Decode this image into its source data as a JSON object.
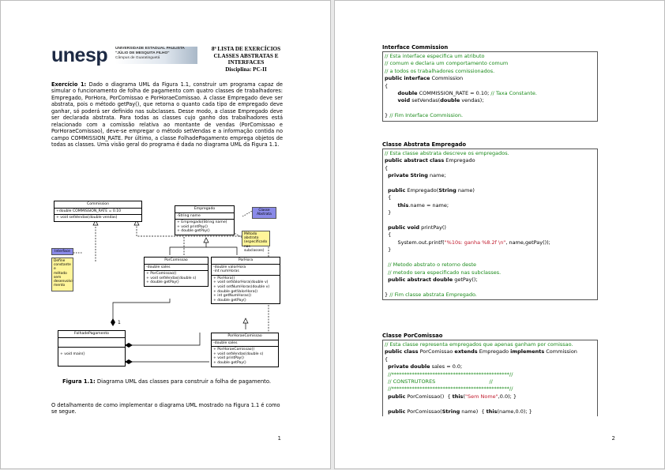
{
  "page1": {
    "logo": "unesp",
    "university": [
      "UNIVERSIDADE ESTADUAL PAULISTA",
      "\"JÚLIO DE MESQUITA FILHO\"",
      "Câmpus de Guaratinguetá"
    ],
    "header": [
      "8ª LISTA DE EXERCÍCIOS",
      "CLASSES ABSTRATAS E",
      "INTERFACES",
      "Disciplina: PC-II"
    ],
    "exercise_label": "Exercício 1:",
    "exercise_text": "Dado o diagrama UML da Figura 1.1, construir um programa capaz de simular o funcionamento de folha de pagamento com quatro classes de trabalhadores: Empregado, PorHora, PorComissao e PorHoraeComissao. A classe Empregado deve ser abstrata, pois o método getPay(), que retorna o quanto cada tipo de empregado deve ganhar, só poderá ser definido nas subclasses. Desse modo, a classe Empregado deve ser declarada abstrata. Para todas as classes cujo ganho dos trabalhadores está relacionado com a comissão relativa ao montante de vendas (PorComissao e PorHoraeComissao), deve-se empregar o método setVendas e a informação contida no campo COMMISSION_RATE. Por último, a classe FolhadePagamento emprega objetos de todas as classes. Uma visão geral do programa é dada no diagrama UML da Figura 1.1.",
    "uml": {
      "commission": {
        "name": "Commission",
        "attr": "+double COMMISSION_RATE = 0.10",
        "ops": "+ void setVendas(double vendas)"
      },
      "empregado": {
        "name": "Empregado",
        "attr": "-String name",
        "ops": [
          "+ Empregado(String name)",
          "+ void printPay()",
          "+ double getPay()"
        ]
      },
      "porcomissao": {
        "name": "PorComissao",
        "attr": "-double sales",
        "ops": [
          "+ PorComissao()",
          "+ void setVendas(double s)",
          "+ double getPay()"
        ]
      },
      "porhora": {
        "name": "PorHora",
        "attr": [
          "-double valorHora",
          "-int numHoras"
        ],
        "ops": [
          "+ PorHora()",
          "+ void setValorHora(double v)",
          "+ void setNumHoras(double v)",
          "+ double getValorHora()",
          "+ int getNumHoras()",
          "+ double getPay()"
        ]
      },
      "folha": {
        "name": "FolhadePagamento",
        "ops": "+ void main()"
      },
      "porhorae": {
        "name": "PorHoraeComissao",
        "attr": "-double sales",
        "ops": [
          "+ PorHoraeComissao()",
          "+ void setVendas(double s)",
          "+ void printPay()",
          "+ double getPay()"
        ]
      },
      "note_classe": [
        "Classe",
        "Abstrata"
      ],
      "note_metodo": [
        "Método abstrato",
        "(especificado",
        "nas subclasses)"
      ],
      "note_interface": "Interface",
      "note_define": [
        "Define",
        "constante e",
        "método sem",
        "desenvolvi-",
        "mento"
      ],
      "mult": "1"
    },
    "caption_label": "Figura 1.1:",
    "caption_text": "Diagrama UML das classes para construir a folha de pagamento.",
    "para2": "O detalhamento de como implementar o diagrama UML mostrado na Figura 1.1 é como se segue.",
    "page_num": "1"
  },
  "page2": {
    "s1_title": "Interface Commission",
    "s1": [
      "// Esta interface especifica um atributo",
      "// comum e declara um comportamento comum",
      "// a todos os trabalhadores comissionados.",
      "public interface Commission",
      "{",
      "        double COMMISSION_RATE = 0.10; // Taxa Constante.",
      "        void setVendas(double vendas);",
      "",
      "} // Fim Interface Commission."
    ],
    "s2_title": "Classe Abstrata Empregado",
    "s2": [
      "// Esta classe abstrata descreve os empregados.",
      "public abstract class Empregado",
      "{",
      "  private String name;",
      "",
      "  public Empregado(String name)",
      "  {",
      "        this.name = name;",
      "  }",
      "",
      "  public void printPay()",
      "  {",
      "        System.out.printf(\"%10s: ganha %8.2f \\n\", name,getPay());",
      "  }",
      "",
      "  // Metodo abstrato o retorno deste",
      "  // metodo sera especificado nas subclasses.",
      "  public abstract double getPay();",
      "",
      "} // Fim classe abstrata Empregado."
    ],
    "s3_title": "Classe PorComissao",
    "s3": [
      "// Esta classe representa empregados que apenas ganham por comissao.",
      "public class PorComissao extends Empregado implements Commission",
      "{",
      "  private double sales = 0.0;",
      "  //**********************************************//",
      "  // CONSTRUTORES                                 //",
      "  //**********************************************//",
      "  public PorComissao()  { this(\"Sem Nome\",0.0); }",
      "",
      "  public PorComissao(String name)  { this(name,0.0); }"
    ],
    "page_num": "2"
  }
}
